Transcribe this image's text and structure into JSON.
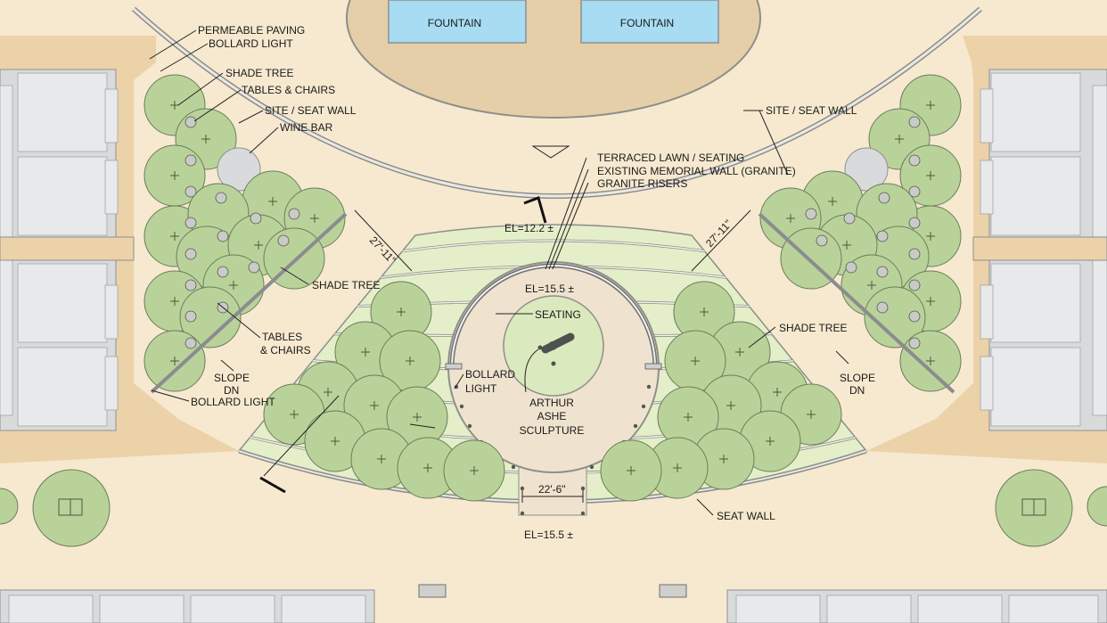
{
  "labels": {
    "fountain_left": "FOUNTAIN",
    "fountain_right": "FOUNTAIN",
    "permeable_paving": "PERMEABLE PAVING",
    "bollard_light_top": "BOLLARD LIGHT",
    "shade_tree_tl": "SHADE TREE",
    "tables_chairs_top": "TABLES & CHAIRS",
    "site_seat_wall_left": "SITE / SEAT WALL",
    "wine_bar": "WINE BAR",
    "site_seat_wall_right": "SITE / SEAT WALL",
    "terraced_lawn": "TERRACED LAWN / SEATING",
    "memorial_wall": "EXISTING MEMORIAL WALL (GRANITE)",
    "granite_risers": "GRANITE RISERS",
    "el_top": "EL=12.2 ±",
    "el_mid": "EL=15.5 ±",
    "el_bottom": "EL=15.5 ±",
    "dim_left": "27'-11\"",
    "dim_right": "27'-11\"",
    "dim_bottom": "22'-6\"",
    "seating": "SEATING",
    "shade_tree_left_mid": "SHADE TREE",
    "shade_tree_right": "SHADE TREE",
    "tables_chairs_bottom_l1": "TABLES",
    "tables_chairs_bottom_l2": "& CHAIRS",
    "slope_dn_left_l1": "SLOPE",
    "slope_dn_left_l2": "DN",
    "slope_dn_right_l1": "SLOPE",
    "slope_dn_right_l2": "DN",
    "bollard_light_bottom": "BOLLARD LIGHT",
    "bollard_light_center_l1": "BOLLARD",
    "bollard_light_center_l2": "LIGHT",
    "sculpture_l1": "ARTHUR",
    "sculpture_l2": "ASHE",
    "sculpture_l3": "SCULPTURE",
    "seat_wall": "SEAT WALL"
  },
  "colors": {
    "plaza": "#f6e9cf",
    "terrace": "#ecd2a8",
    "fountain_basin": "#e5cfa8",
    "water": "#a7dcf2",
    "lawn": "#e4efc9",
    "tree": "#b9d29a",
    "building": "#d9dadb",
    "circle_paving": "#efe3cf",
    "sculpture_lawn": "#dbe9be"
  }
}
